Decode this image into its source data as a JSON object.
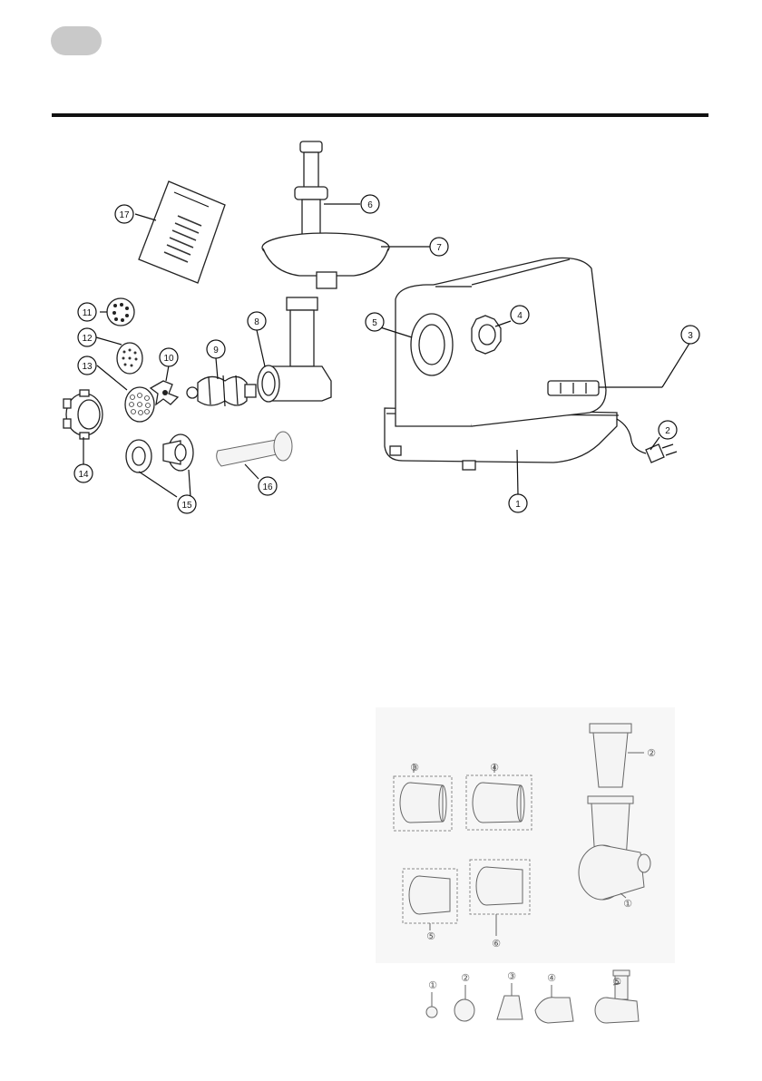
{
  "header": {
    "language_badge": ""
  },
  "main_diagram": {
    "callouts": [
      "1",
      "2",
      "3",
      "4",
      "5",
      "6",
      "7",
      "8",
      "9",
      "10",
      "11",
      "12",
      "13",
      "14",
      "15",
      "16",
      "17"
    ]
  },
  "attachment_diagram": {
    "callouts": [
      "①",
      "②",
      "③",
      "④",
      "⑤",
      "⑥"
    ]
  },
  "juicer_diagram": {
    "callouts": [
      "①",
      "②",
      "③",
      "④",
      "⑤"
    ]
  }
}
